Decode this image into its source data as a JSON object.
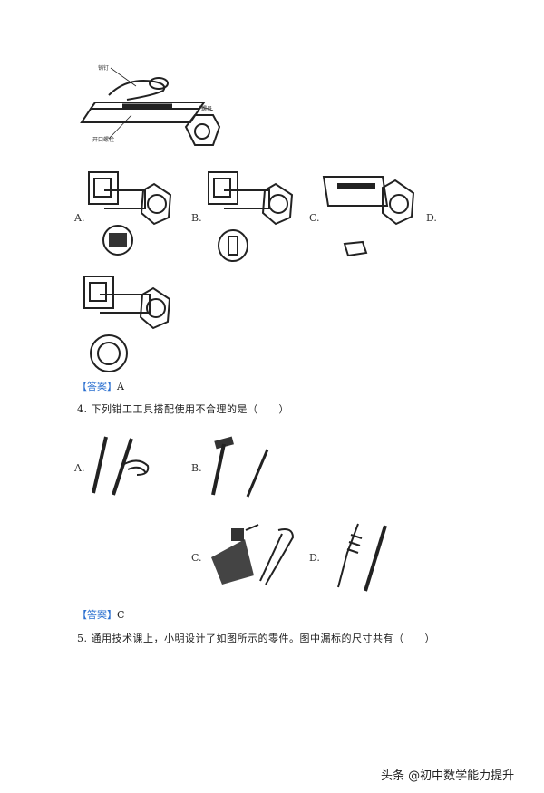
{
  "figure_labels": {
    "pin": "销钉",
    "nut": "螺母",
    "bolt": "开口螺栓"
  },
  "q3": {
    "options": [
      "A.",
      "B.",
      "C.",
      "D."
    ],
    "answer_prefix": "【答案】",
    "answer_value": "A"
  },
  "q4": {
    "number": "4.",
    "stem": "下列钳工工具搭配使用不合理的是（　　）",
    "options": [
      "A.",
      "B.",
      "C.",
      "D."
    ],
    "answer_prefix": "【答案】",
    "answer_value": "C"
  },
  "q5": {
    "number": "5.",
    "stem": "通用技术课上，小明设计了如图所示的零件。图中漏标的尺寸共有（　　）"
  },
  "watermark": "头条 @初中数学能力提升"
}
